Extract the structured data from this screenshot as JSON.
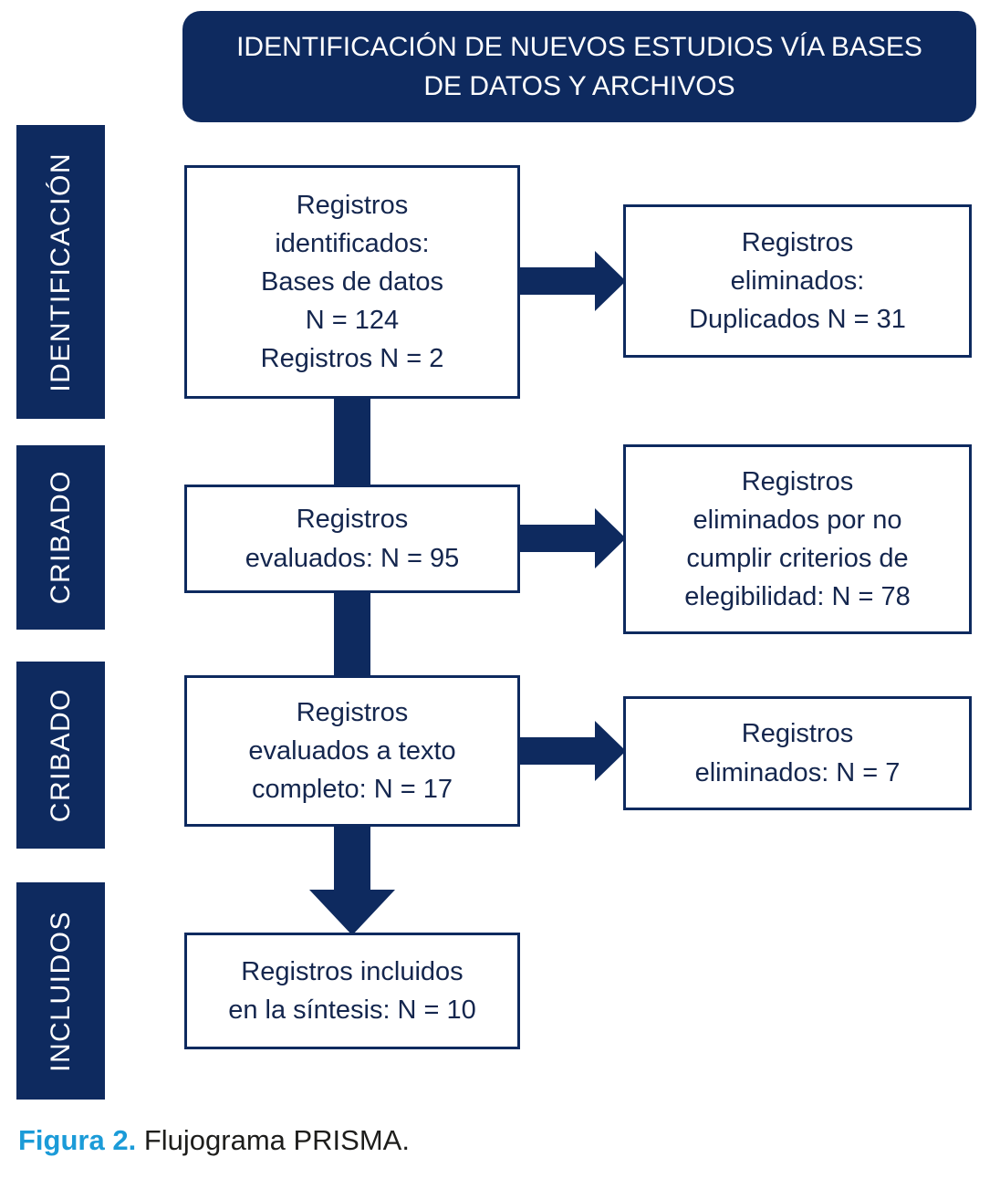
{
  "title": "IDENTIFICACIÓN DE NUEVOS ESTUDIOS VÍA BASES\nDE DATOS Y ARCHIVOS",
  "stage_labels": [
    {
      "label": "IDENTIFICACIÓN"
    },
    {
      "label": "CRIBADO"
    },
    {
      "label": "CRIBADO"
    },
    {
      "label": "INCLUIDOS"
    }
  ],
  "flow_boxes": [
    {
      "text": "Registros\nidentificados:\nBases de datos\nN = 124\nRegistros N = 2"
    },
    {
      "text": "Registros\nevaluados: N = 95"
    },
    {
      "text": "Registros\nevaluados a texto\ncompleto: N = 17"
    },
    {
      "text": "Registros incluidos\nen la síntesis: N = 10"
    }
  ],
  "exclusion_boxes": [
    {
      "text": "Registros\neliminados:\nDuplicados N = 31"
    },
    {
      "text": "Registros\neliminados por no\ncumplir criterios de\nelegibilidad: N = 78"
    },
    {
      "text": "Registros\neliminados: N = 7"
    }
  ],
  "caption": {
    "label": "Figura 2.",
    "text": " Flujograma PRISMA."
  },
  "colors": {
    "navy": "#0e2a5f",
    "box_text": "#14264e",
    "caption_blue": "#1b9bd8",
    "white": "#ffffff"
  }
}
